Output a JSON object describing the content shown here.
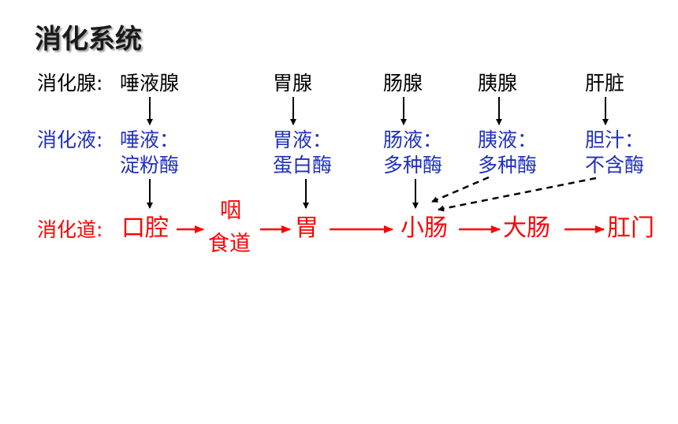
{
  "title": "消化系统",
  "glands": {
    "label": "消化腺:",
    "salivary": "唾液腺",
    "gastric": "胃腺",
    "intestinal": "肠腺",
    "pancreas": "胰腺",
    "liver": "肝脏"
  },
  "juices": {
    "label": "消化液:",
    "saliva": "唾液：",
    "saliva_enzyme": "淀粉酶",
    "gastric": "胃液：",
    "gastric_enzyme": "蛋白酶",
    "intestinal": "肠液：",
    "intestinal_enzyme": "多种酶",
    "pancreatic": "胰液：",
    "pancreatic_enzyme": "多种酶",
    "bile": "胆汁：",
    "bile_enzyme": "不含酶"
  },
  "tract": {
    "label": "消化道:",
    "mouth": "口腔",
    "pharynx": "咽",
    "esophagus": "食道",
    "stomach": "胃",
    "small_intestine": "小肠",
    "large_intestine": "大肠",
    "anus": "肛门"
  },
  "colors": {
    "glands": "#000000",
    "juices": "#1f2fbf",
    "tract": "#ff0000"
  }
}
